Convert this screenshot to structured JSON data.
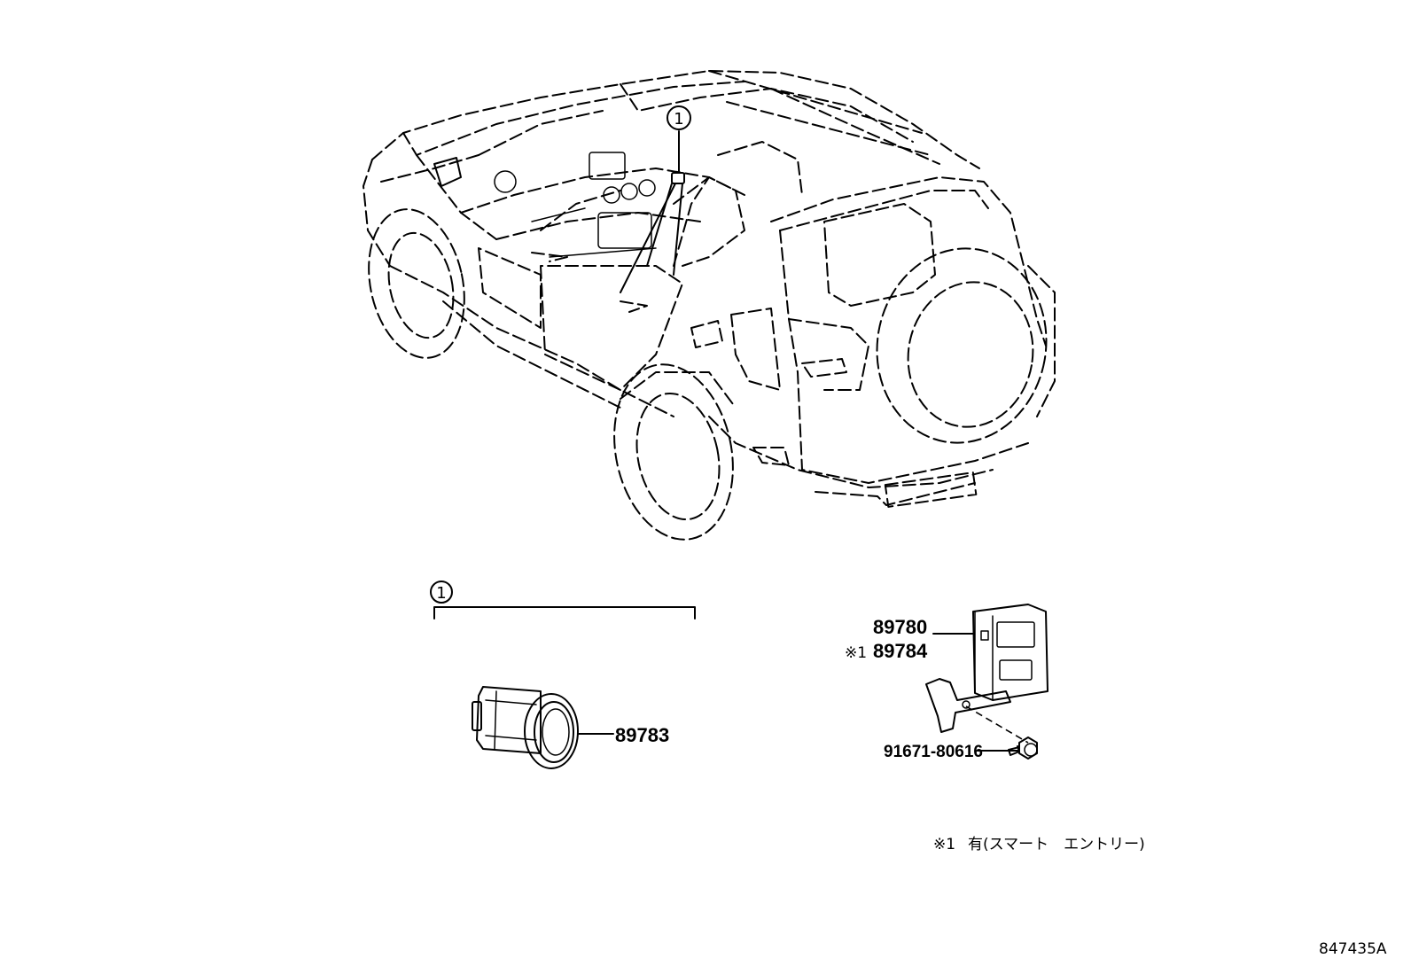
{
  "callouts": {
    "vehicle_callout": "1",
    "group_callout": "1"
  },
  "parts": {
    "p89783": "89783",
    "p89780": "89780",
    "p89784_mark": "※1",
    "p89784": "89784",
    "p91671": "91671-80616"
  },
  "footnote": {
    "mark": "※1",
    "text": "有(スマート　エントリー)"
  },
  "illustration_id": "847435A"
}
